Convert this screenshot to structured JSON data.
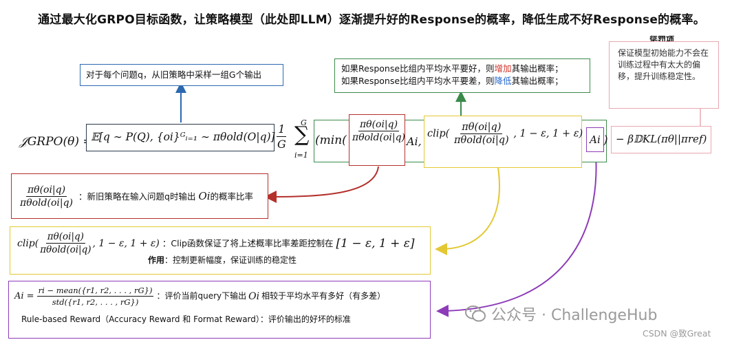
{
  "title": "通过最大化GRPO目标函数，让策略模型（此处即LLM）逐渐提升好的Response的概率，降低生成不好Response的概率。",
  "sample_box": {
    "text": "对于每个问题q，从旧策略中采样一组G个输出"
  },
  "compare_box": {
    "line1_pre": "如果Response比组内平均水平要好，则",
    "line1_hl": "增加",
    "line1_post": "其输出概率；",
    "line2_pre": "如果Response比组内平均水平要差，则",
    "line2_hl": "降低",
    "line2_post": "其输出概率；"
  },
  "penalty_box": {
    "title": "惩罚项",
    "text": "保证模型初始能力不会在训练过程中有太大的偏移，提升训练稳定性。"
  },
  "formula": {
    "lhs": "𝒥GRPO(θ) =",
    "expect": "𝔼[q ∼ P(Q), {oi}ᴳᵢ₌₁ ∼ πθold(O|q)]",
    "one": "1",
    "G": "G",
    "sum_top": "G",
    "sum_sym": "∑",
    "sum_bot": "i=1",
    "min": "(min(",
    "ratio_num": "πθ(oi|q)",
    "ratio_den": "πθold(oi|q)",
    "Ai": "Ai,",
    "clip": "clip(",
    "clip_rest": ", 1 − ε, 1 + ε)",
    "Ai2": "Ai",
    "close": ")",
    "kl": "− β𝔻KL(πθ||πref)"
  },
  "ratio_box": {
    "num": "πθ(oi|q)",
    "den": "πθold(oi|q)",
    "text_pre": "：新旧策略在输入问题q时输出",
    "oi": "Oi",
    "text_post": "的概率比率"
  },
  "clip_box": {
    "clip": "clip(",
    "num": "πθ(oi|q)",
    "den": "πθold(oi|q)",
    "rest": ", 1 − ε, 1 + ε)",
    "text": "：Clip函数保证了将上述概率比率差距控制在",
    "range": "[1 − ε, 1 + ε]",
    "effect_label": "作用",
    "effect_text": "：控制更新幅度，保证训练的稳定性"
  },
  "adv_box": {
    "Ai": "Ai =",
    "num": "ri − mean({r1, r2, . . . , rG})",
    "den": "std({r1, r2, . . . , rG})",
    "text_pre": "：评价当前query下输出",
    "oi": "Oi",
    "text_post": "相较于平均水平有多好（有多差）",
    "rule": "Rule-based Reward（Accuracy Reward 和 Format Reward）：评价输出的好坏的标准"
  },
  "watermark": {
    "brand": "公众号 · ChallengeHub",
    "csdn": "CSDN @致Great"
  },
  "colors": {
    "blue": "#2b68b0",
    "green": "#3a8a4a",
    "yellow": "#e3c834",
    "red": "#b3302c",
    "purple": "#8d3bb8",
    "pink": "#e8a8b0",
    "highlight_red": "#d0352c",
    "highlight_blue": "#2266cc"
  }
}
